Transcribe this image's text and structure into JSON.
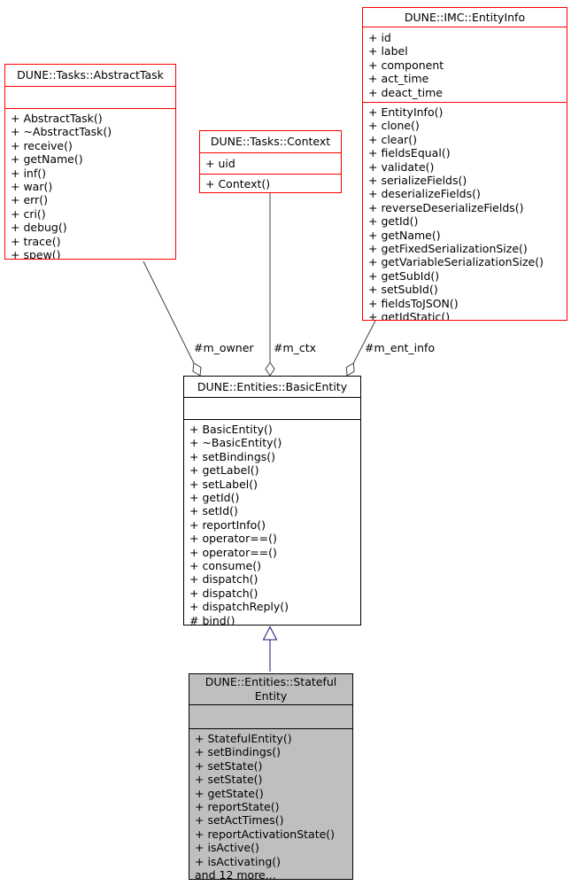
{
  "diagram": {
    "classes": {
      "abstract_task": {
        "title": "DUNE::Tasks::AbstractTask",
        "attributes": [],
        "methods": [
          "+ AbstractTask()",
          "+ ~AbstractTask()",
          "+ receive()",
          "+ getName()",
          "+ inf()",
          "+ war()",
          "+ err()",
          "+ cri()",
          "+ debug()",
          "+ trace()",
          "+ spew()"
        ]
      },
      "context": {
        "title": "DUNE::Tasks::Context",
        "attributes": [
          "+ uid"
        ],
        "methods": [
          "+ Context()"
        ]
      },
      "entity_info": {
        "title": "DUNE::IMC::EntityInfo",
        "attributes": [
          "+ id",
          "+ label",
          "+ component",
          "+ act_time",
          "+ deact_time"
        ],
        "methods": [
          "+ EntityInfo()",
          "+ clone()",
          "+ clear()",
          "+ fieldsEqual()",
          "+ validate()",
          "+ serializeFields()",
          "+ deserializeFields()",
          "+ reverseDeserializeFields()",
          "+ getId()",
          "+ getName()",
          "+ getFixedSerializationSize()",
          "+ getVariableSerializationSize()",
          "+ getSubId()",
          "+ setSubId()",
          "+ fieldsToJSON()",
          "+ getIdStatic()"
        ]
      },
      "basic_entity": {
        "title": "DUNE::Entities::BasicEntity",
        "attributes": [],
        "methods": [
          "+ BasicEntity()",
          "+ ~BasicEntity()",
          "+ setBindings()",
          "+ getLabel()",
          "+ setLabel()",
          "+ getId()",
          "+ setId()",
          "+ reportInfo()",
          "+ operator==()",
          "+ operator==()",
          "+ consume()",
          "+ dispatch()",
          "+ dispatch()",
          "+ dispatchReply()",
          "# bind()"
        ]
      },
      "stateful_entity": {
        "title": "DUNE::Entities::Stateful\nEntity",
        "attributes": [],
        "methods": [
          "+ StatefulEntity()",
          "+ setBindings()",
          "+ setState()",
          "+ setState()",
          "+ getState()",
          "+ reportState()",
          "+ setActTimes()",
          "+ reportActivationState()",
          "+ isActive()",
          "+ isActivating()",
          "and 12 more..."
        ]
      }
    },
    "edges": {
      "m_owner": {
        "label": "#m_owner",
        "type": "aggregation"
      },
      "m_ctx": {
        "label": "#m_ctx",
        "type": "aggregation"
      },
      "m_ent_info": {
        "label": "#m_ent_info",
        "type": "aggregation"
      },
      "inheritance": {
        "type": "inheritance"
      }
    },
    "colors": {
      "external_class_border": "#ff0000",
      "node_border": "#000000",
      "selected_node_fill": "#bfbfbf",
      "inheritance_arrow": "#191970",
      "aggregation_edge": "#404040"
    }
  }
}
